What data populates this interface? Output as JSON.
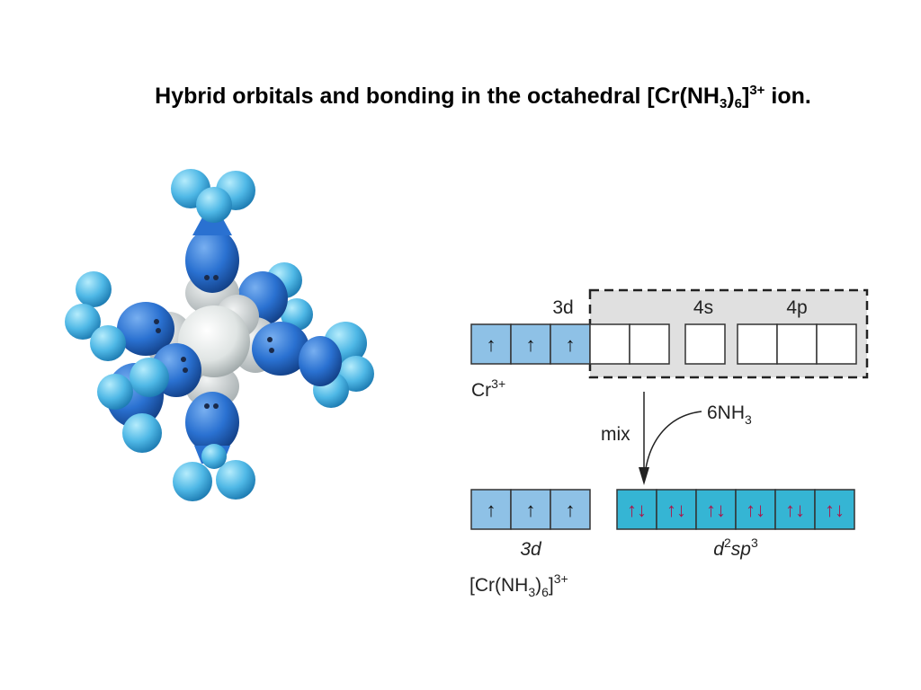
{
  "title": {
    "lead": "Hybrid orbitals and bonding in the octahedral [Cr(NH",
    "sub1": "3",
    "mid": ")",
    "sub2": "6",
    "close": "]",
    "charge": "3+",
    "tail": " ion."
  },
  "diagram": {
    "label_3d": "3d",
    "label_4s": "4s",
    "label_4p": "4p",
    "ion_cr_base": "Cr",
    "ion_cr_charge": "3+",
    "arrow_mix": "mix",
    "ligand_base": "6NH",
    "ligand_sub": "3",
    "lower_3d": "3d",
    "hybrid_d": "d",
    "hybrid_2": "2",
    "hybrid_sp": "sp",
    "hybrid_3": "3",
    "complex_open": "[Cr(NH",
    "complex_sub1": "3",
    "complex_paren": ")",
    "complex_sub2": "6",
    "complex_close": "]",
    "complex_charge": "3+",
    "spin_up": "↑",
    "spin_pair": "↑↓"
  },
  "colors": {
    "box_blue": "#8ec1e6",
    "hybrid_teal": "#35b5d4",
    "shaded_gray": "#e0e0e0",
    "pair_arrow": "#a8184c",
    "nitrogen": "#2a71d1",
    "hydrogen": "#4fb8e6",
    "chromium": "#e8eceb"
  }
}
